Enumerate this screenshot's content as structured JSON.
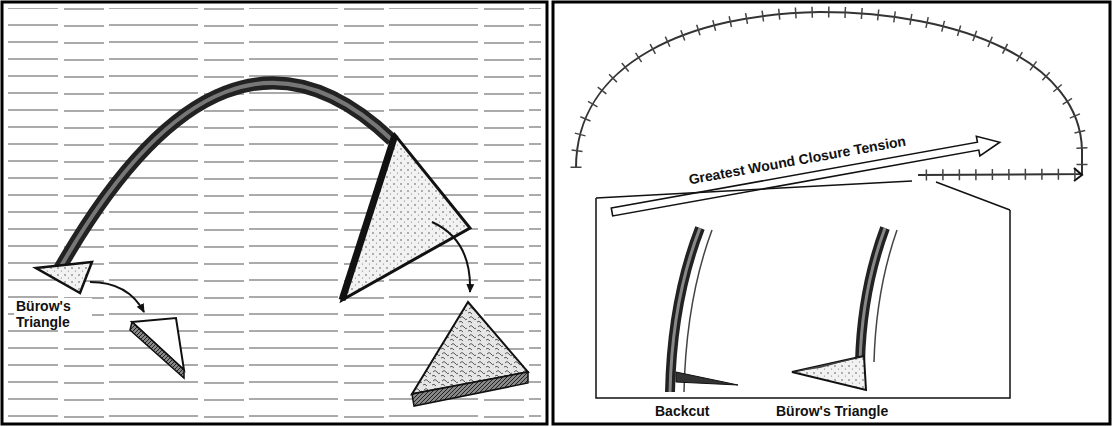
{
  "diagram": {
    "labels": [
      "Bürow's Triangle",
      "Greatest Wound Closure Tension",
      "Backcut",
      "Bürow's Triangle"
    ]
  }
}
